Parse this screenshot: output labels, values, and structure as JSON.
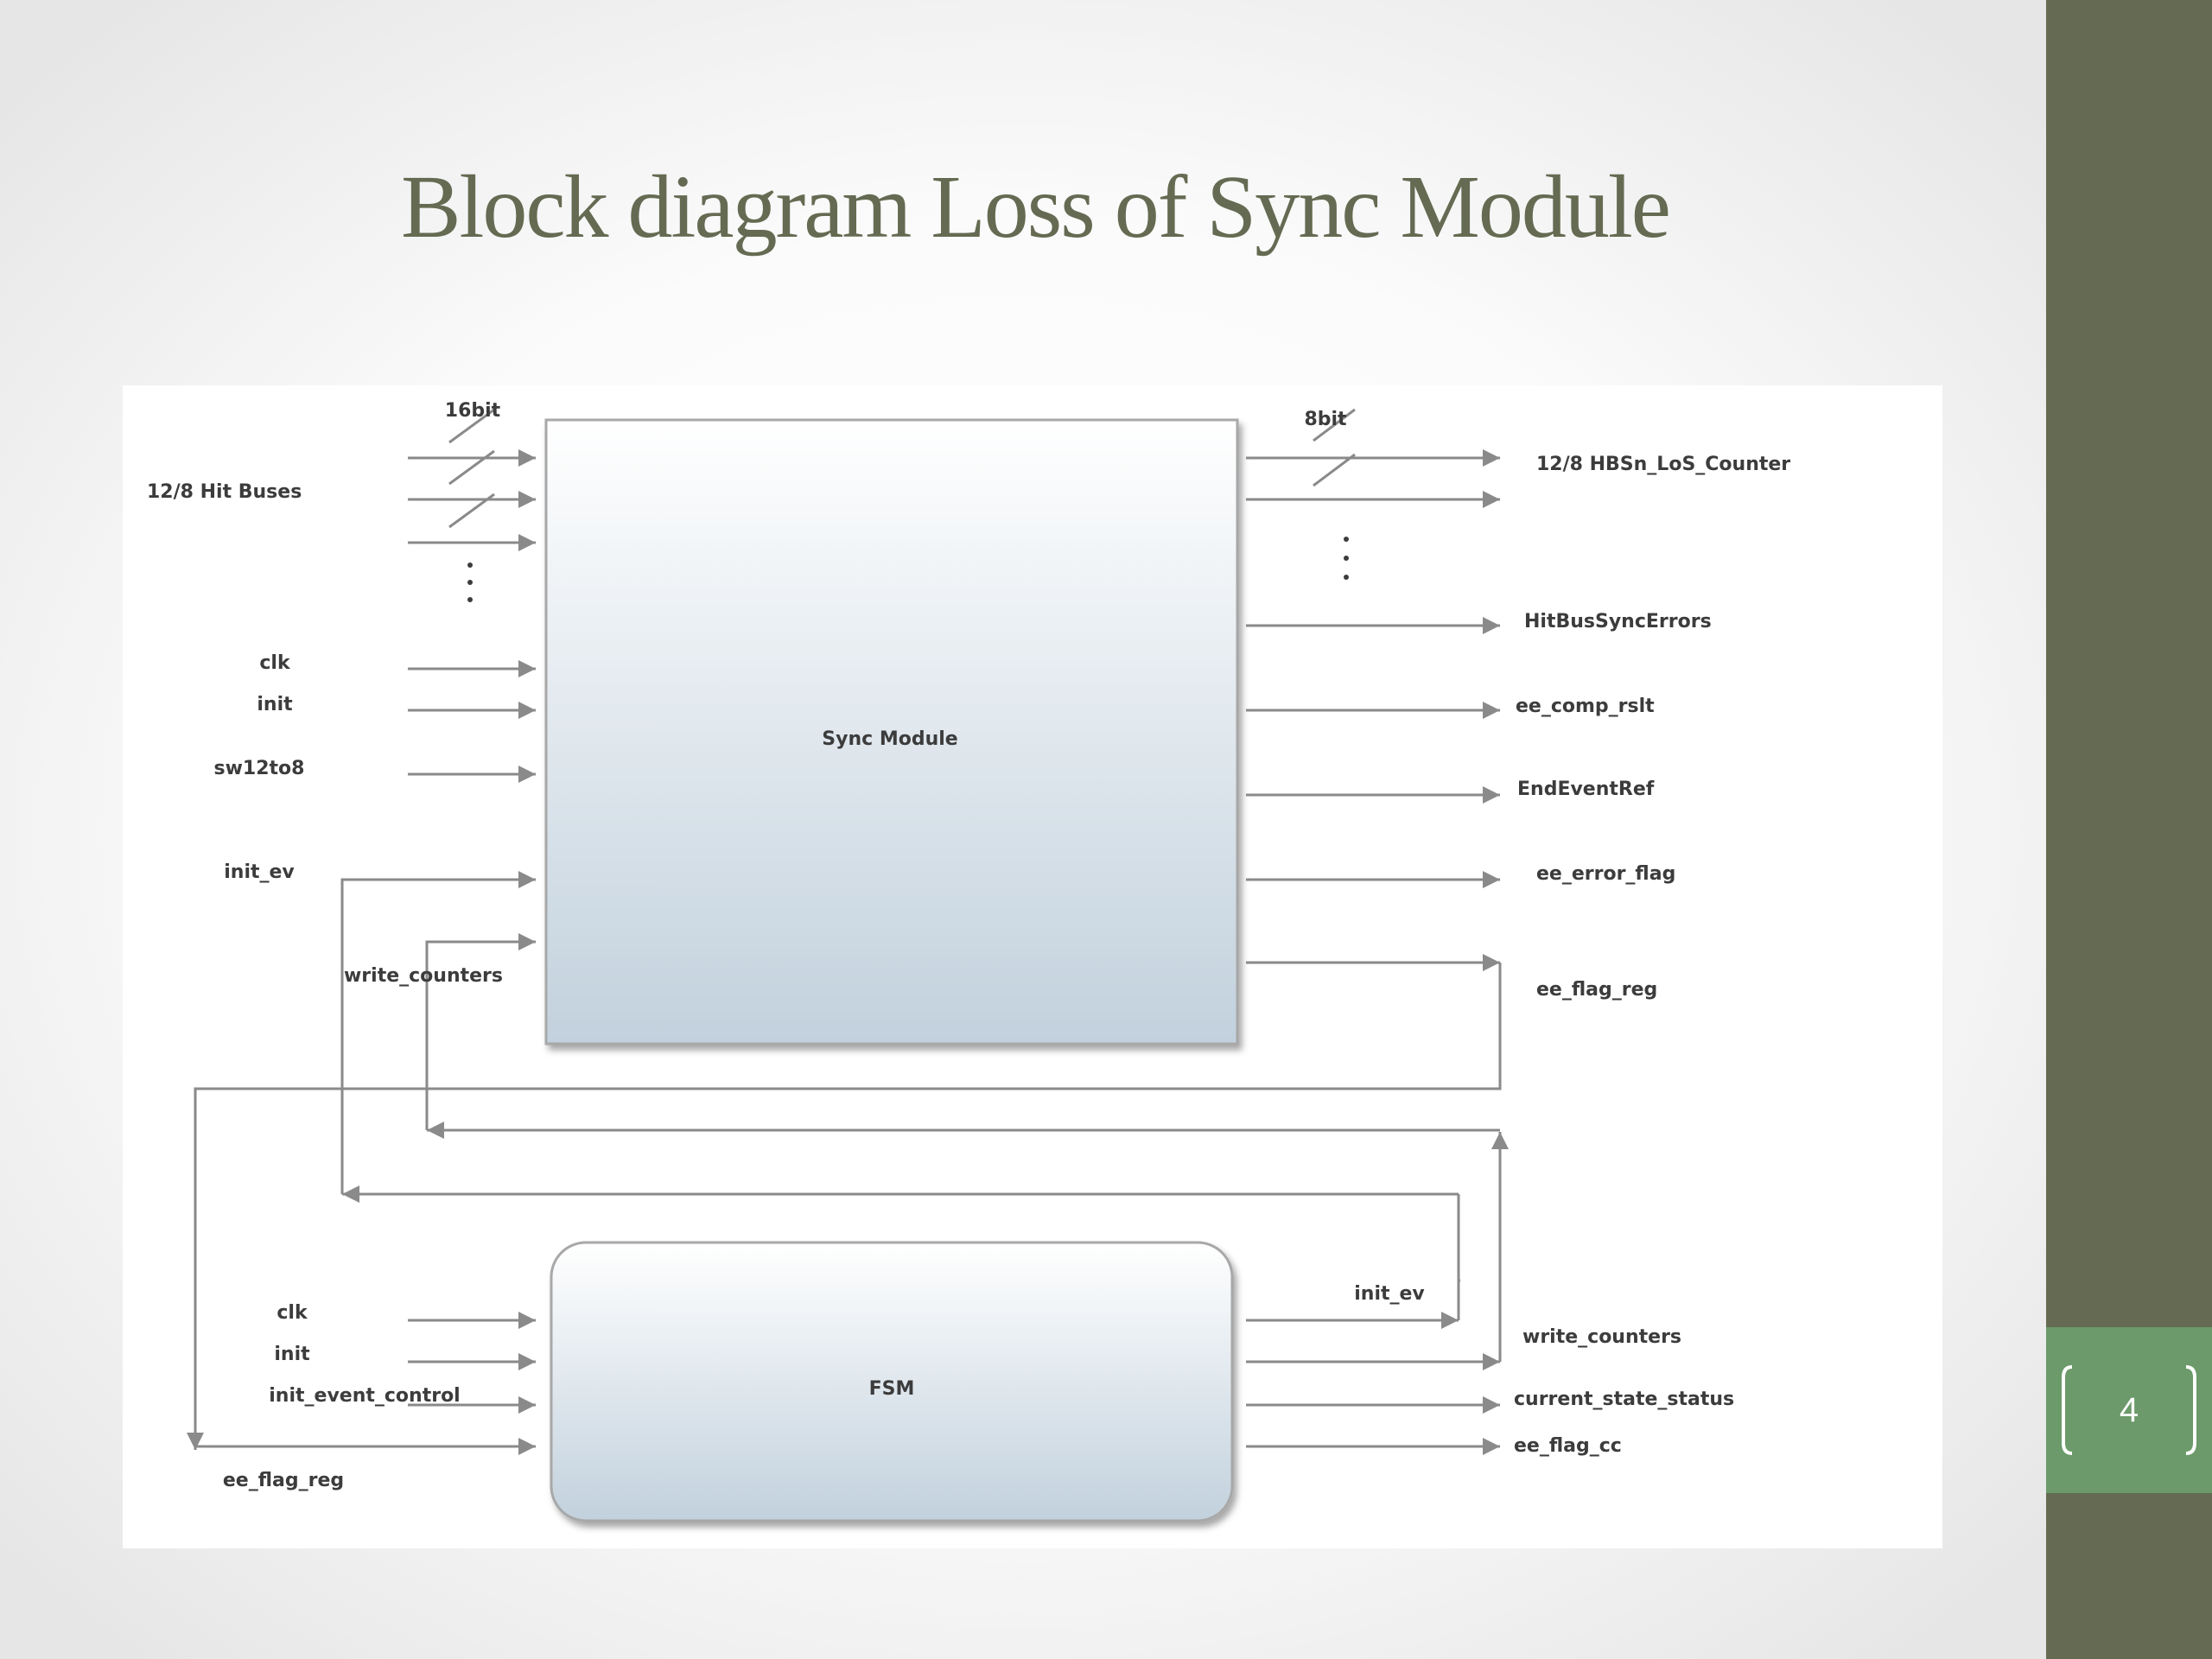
{
  "slide": {
    "title": "Block diagram Loss of Sync Module",
    "page_number": "4"
  },
  "diagram": {
    "sync_module": {
      "label": "Sync Module",
      "inputs": {
        "bus_width": "16bit",
        "hit_buses": "12/8 Hit Buses",
        "clk": "clk",
        "init": "init",
        "sw12to8": "sw12to8",
        "init_ev": "init_ev",
        "write_counters": "write_counters"
      },
      "outputs": {
        "bus_width": "8bit",
        "los_counter": "12/8 HBSn_LoS_Counter",
        "hit_bus_sync_errors": "HitBusSyncErrors",
        "ee_comp_rslt": "ee_comp_rslt",
        "end_event_ref": "EndEventRef",
        "ee_error_flag": "ee_error_flag",
        "ee_flag_reg": "ee_flag_reg"
      }
    },
    "fsm": {
      "label": "FSM",
      "inputs": {
        "clk": "clk",
        "init": "init",
        "init_event_control": "init_event_control",
        "ee_flag_reg": "ee_flag_reg"
      },
      "outputs": {
        "init_ev": "init_ev",
        "write_counters": "write_counters",
        "current_state_status": "current_state_status",
        "ee_flag_cc": "ee_flag_cc"
      }
    },
    "colors": {
      "line": "#8a8a8a",
      "label": "#3c3c3c",
      "block_top": "#ffffff",
      "block_bottom": "#c2d1dd"
    }
  }
}
